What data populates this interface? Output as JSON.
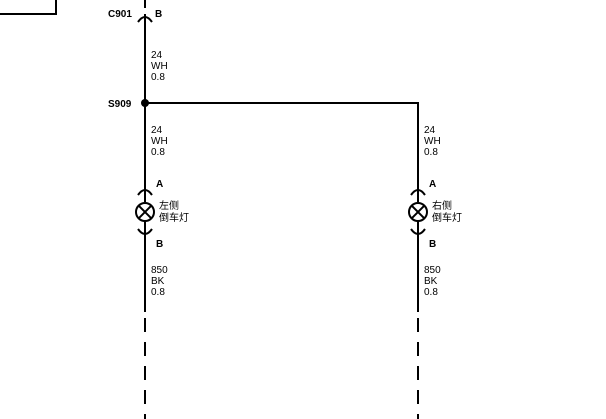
{
  "connector_top": {
    "name": "C901",
    "pin": "B"
  },
  "splice": {
    "name": "S909"
  },
  "wire_top": {
    "circuit": "24",
    "color": "WH",
    "size": "0.8"
  },
  "wire_left_mid": {
    "circuit": "24",
    "color": "WH",
    "size": "0.8"
  },
  "wire_right_mid": {
    "circuit": "24",
    "color": "WH",
    "size": "0.8"
  },
  "lamp_left": {
    "pin_top": "A",
    "pin_bottom": "B",
    "label_line1": "左侧",
    "label_line2": "倒车灯"
  },
  "lamp_right": {
    "pin_top": "A",
    "pin_bottom": "B",
    "label_line1": "右侧",
    "label_line2": "倒车灯"
  },
  "wire_left_bottom": {
    "circuit": "850",
    "color": "BK",
    "size": "0.8"
  },
  "wire_right_bottom": {
    "circuit": "850",
    "color": "BK",
    "size": "0.8"
  }
}
